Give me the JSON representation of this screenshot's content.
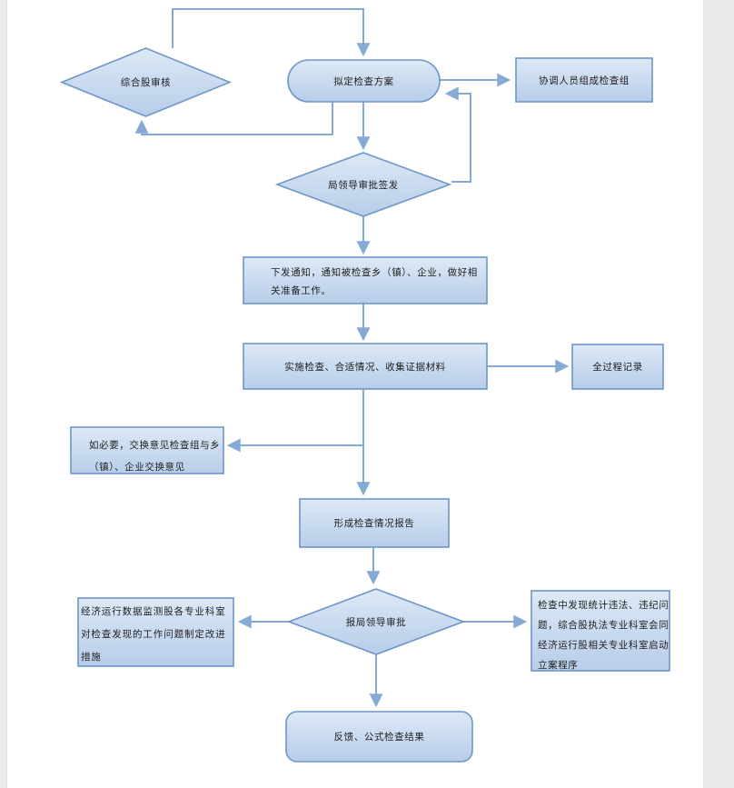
{
  "palette": {
    "shape_fill_top": "#dde9f6",
    "shape_fill_bottom": "#b7cde9",
    "shape_border": "#6e96c8",
    "connector": "#85aad5",
    "text": "#1f1f1f",
    "page_background": "#ffffff",
    "gutter": "#e8eaec"
  },
  "nodes": {
    "review": {
      "shape": "diamond",
      "label": "综合股审核"
    },
    "draft_plan": {
      "shape": "stadium",
      "label": "拟定检查方案"
    },
    "form_team": {
      "shape": "rect",
      "label": "协调人员组成检查组"
    },
    "leader_sign": {
      "shape": "diamond",
      "label": "局领导审批签发"
    },
    "notify": {
      "shape": "rect",
      "lines": [
        "下发通知，通知被检查乡（镇）、企业，做好相",
        "关准备工作。"
      ]
    },
    "implement": {
      "shape": "rect",
      "label": "实施检查、合适情况、收集证据材料"
    },
    "record": {
      "shape": "rect",
      "label": "全过程记录"
    },
    "exchange": {
      "shape": "rect",
      "lines": [
        "如必要，交换意见检查组与乡",
        "（镇）、企业交换意见"
      ]
    },
    "report": {
      "shape": "rect",
      "label": "形成检查情况报告"
    },
    "leader_approve": {
      "shape": "diamond",
      "label": "报局领导审批"
    },
    "improve": {
      "shape": "rect",
      "lines": [
        "经济运行数据监测股各专业科室",
        "对检查发现的工作问题制定改进",
        "措施"
      ]
    },
    "filing": {
      "shape": "rect",
      "lines": [
        "检查中发现统计违法、违纪问",
        "题，综合股执法专业科室会同",
        "经济运行股相关专业科室启动",
        "立案程序"
      ]
    },
    "feedback": {
      "shape": "roundrect",
      "label": "反馈、公式检查结果"
    }
  },
  "edges": [
    {
      "from": "review",
      "to": "draft_plan"
    },
    {
      "from": "draft_plan",
      "to": "review"
    },
    {
      "from": "draft_plan",
      "to": "form_team"
    },
    {
      "from": "draft_plan",
      "to": "leader_sign"
    },
    {
      "from": "leader_sign",
      "to": "draft_plan"
    },
    {
      "from": "leader_sign",
      "to": "notify"
    },
    {
      "from": "notify",
      "to": "implement"
    },
    {
      "from": "implement",
      "to": "record"
    },
    {
      "from": "implement",
      "to": "exchange"
    },
    {
      "from": "implement",
      "to": "report"
    },
    {
      "from": "report",
      "to": "leader_approve"
    },
    {
      "from": "leader_approve",
      "to": "improve"
    },
    {
      "from": "leader_approve",
      "to": "filing"
    },
    {
      "from": "leader_approve",
      "to": "feedback"
    }
  ]
}
